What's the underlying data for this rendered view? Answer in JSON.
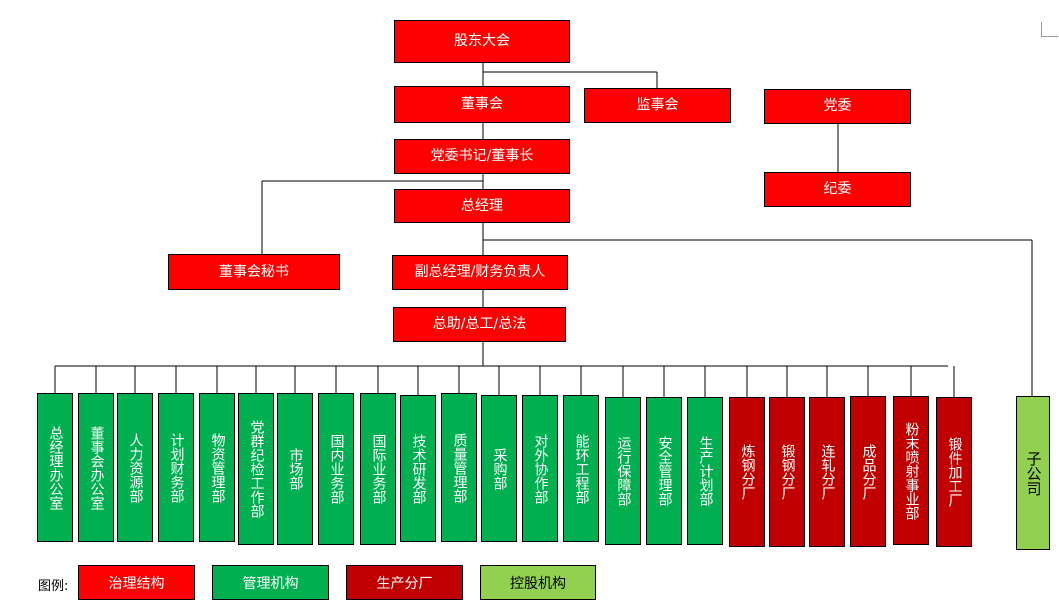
{
  "colors": {
    "governance": "#ff0000",
    "management": "#00b050",
    "production": "#c00000",
    "holding": "#92d050"
  },
  "nodes": {
    "shareholders": "股东大会",
    "board": "董事会",
    "supervisors": "监事会",
    "party_committee": "党委",
    "discipline": "纪委",
    "secretary_chair": "党委书记/董事长",
    "general_manager": "总经理",
    "board_secretary": "董事会秘书",
    "deputy_gm": "副总经理/财务负责人",
    "assistants": "总助/总工/总法",
    "subsidiary": "子公司"
  },
  "departments": [
    {
      "label": "总经理办公室",
      "kind": "management"
    },
    {
      "label": "董事会办公室",
      "kind": "management"
    },
    {
      "label": "人力资源部",
      "kind": "management"
    },
    {
      "label": "计划财务部",
      "kind": "management"
    },
    {
      "label": "物资管理部",
      "kind": "management"
    },
    {
      "label": "党群纪检工作部",
      "kind": "management"
    },
    {
      "label": "市场部",
      "kind": "management"
    },
    {
      "label": "国内业务部",
      "kind": "management"
    },
    {
      "label": "国际业务部",
      "kind": "management"
    },
    {
      "label": "技术研发部",
      "kind": "management"
    },
    {
      "label": "质量管理部",
      "kind": "management"
    },
    {
      "label": "采购部",
      "kind": "management"
    },
    {
      "label": "对外协作部",
      "kind": "management"
    },
    {
      "label": "能环工程部",
      "kind": "management"
    },
    {
      "label": "运行保障部",
      "kind": "management"
    },
    {
      "label": "安全管理部",
      "kind": "management"
    },
    {
      "label": "生产计划部",
      "kind": "management"
    },
    {
      "label": "炼钢分厂",
      "kind": "production"
    },
    {
      "label": "锻钢分厂",
      "kind": "production"
    },
    {
      "label": "连轧分厂",
      "kind": "production"
    },
    {
      "label": "成品分厂",
      "kind": "production"
    },
    {
      "label": "粉末喷射事业部",
      "kind": "production"
    },
    {
      "label": "锻件加工厂",
      "kind": "production"
    }
  ],
  "legend": {
    "title": "图例:",
    "items": [
      {
        "label": "治理结构",
        "kind": "governance"
      },
      {
        "label": "管理机构",
        "kind": "management"
      },
      {
        "label": "生产分厂",
        "kind": "production"
      },
      {
        "label": "控股机构",
        "kind": "holding"
      }
    ]
  }
}
